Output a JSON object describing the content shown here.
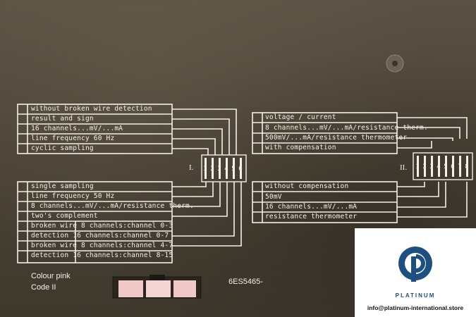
{
  "left_upper_labels": [
    "without broken wire detection",
    "result and sign",
    "16 channels...mV/...mA",
    "line frequency 60 Hz",
    "cyclic sampling"
  ],
  "left_lower_labels": [
    "single sampling",
    "line frequency 50 Hz",
    "8 channels...mV/...mA/resistance therm.",
    "two's complement",
    "broken wire  8 channels:channel 0-3",
    "detection   16 channels:channel 0-7",
    "broken wire  8 channels:channel 4-7",
    "detection   16 channels:channel 8-15"
  ],
  "right_upper_labels": [
    "voltage / current",
    "8 channels...mV/...mA/resistance therm.",
    "500mV/...mA/resistance thermometer",
    "with compensation"
  ],
  "right_lower_labels": [
    "without compensation",
    "50mV",
    "16 channels...mV/...mA",
    "resistance thermometer"
  ],
  "switch_I": {
    "label": "I.",
    "pins": [
      "1",
      "2",
      "3",
      "4",
      "5",
      "6"
    ]
  },
  "switch_II": {
    "label": "II.",
    "pins": [
      "1",
      "2",
      "3",
      "4",
      "5",
      "6",
      "7",
      "8"
    ]
  },
  "footer": {
    "colour": "Colour pink",
    "code": "Code II",
    "part_number": "6ES5465-"
  },
  "watermark": {
    "brand": "PLATINUM",
    "email": "info@platinum-international.store",
    "brand_color": "#1e4f83"
  },
  "colors": {
    "panel": "#4a4336",
    "print": "#f2f0ea",
    "connector": "#f0c8c8"
  }
}
